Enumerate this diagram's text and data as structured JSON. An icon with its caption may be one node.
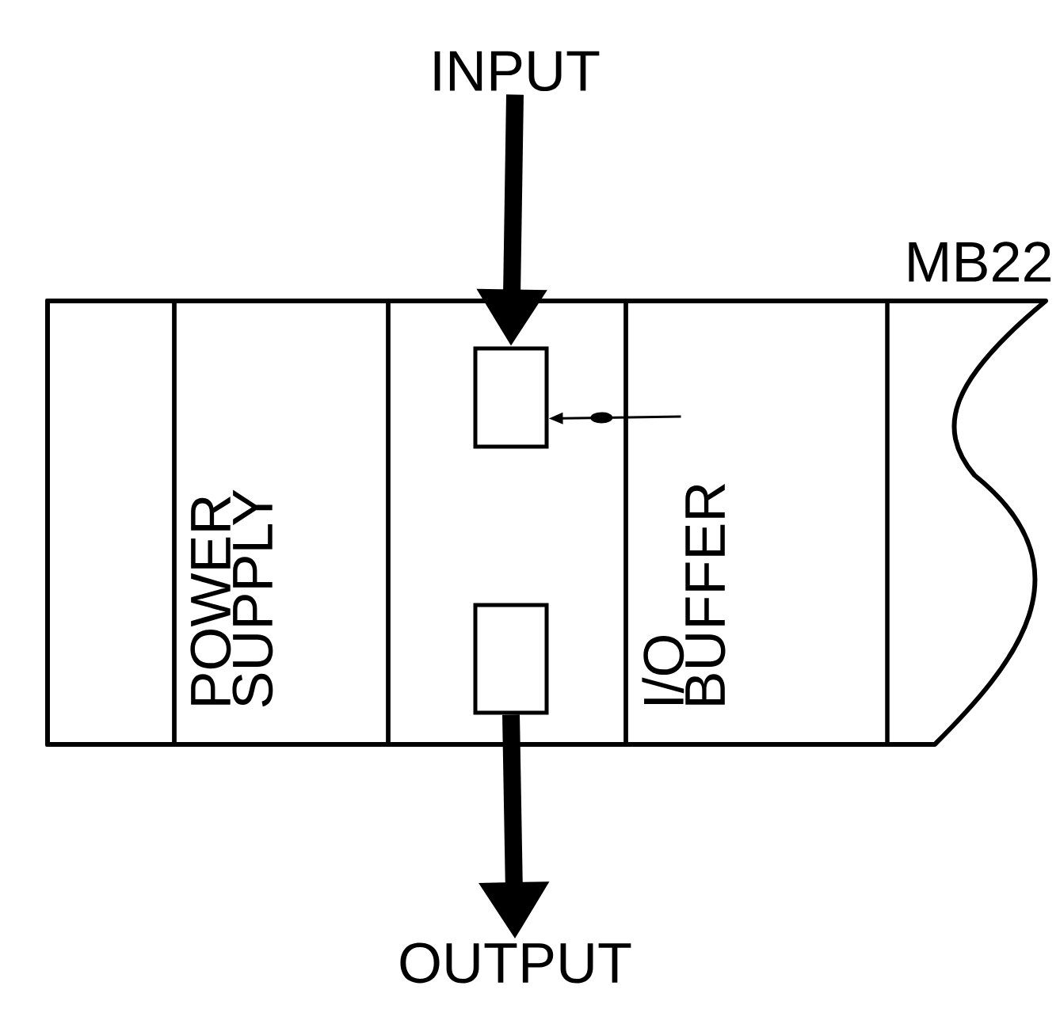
{
  "diagram": {
    "nodes": [
      {
        "text": [
          "MB22"
        ]
      },
      {
        "text": [],
        "shape": "box",
        "in": 0
      },
      {
        "text": [
          "POWER SUPPLY"
        ],
        "in": 0
      },
      {
        "text": [],
        "shape": "box",
        "in": 0
      },
      {
        "text": [
          "I/O BUFFER"
        ],
        "in": 0
      },
      {
        "text": [],
        "shape": "box",
        "in": 3
      },
      {
        "text": [],
        "shape": "box",
        "in": 3
      },
      {
        "text": [
          "INPUT"
        ]
      },
      {
        "text": [
          "OUTPUT"
        ]
      }
    ],
    "edges": [
      {
        "from": 7,
        "to": 5,
        "arrow": "to"
      },
      {
        "from": 6,
        "to": 8,
        "arrow": "to"
      },
      {
        "from": 4,
        "to": 5,
        "arrow": "to"
      }
    ]
  }
}
